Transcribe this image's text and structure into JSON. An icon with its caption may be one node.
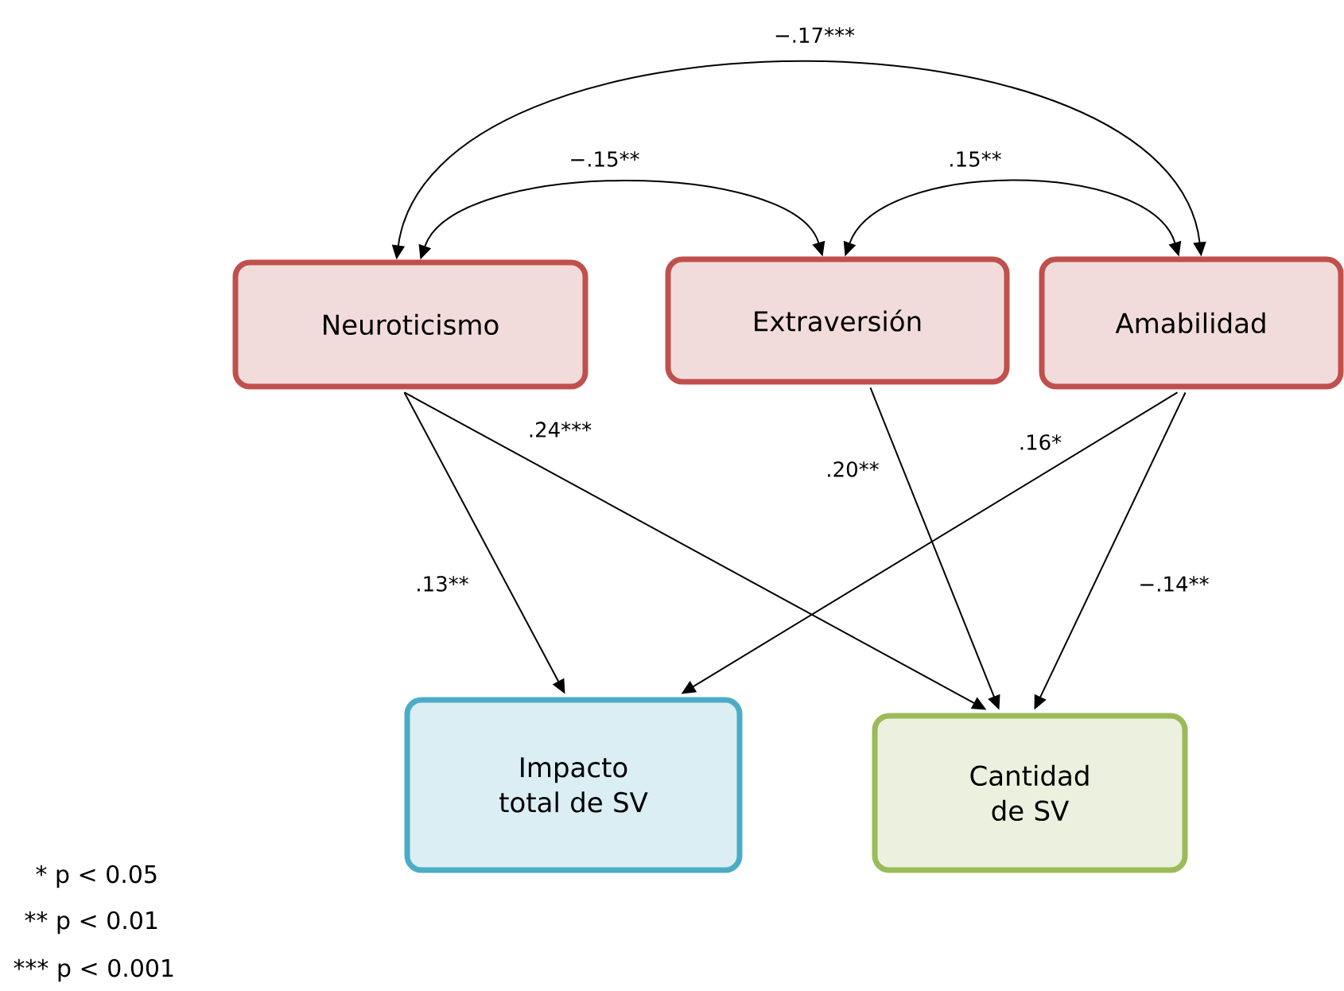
{
  "diagram": {
    "nodes": [
      {
        "text": [
          "Neuroticismo"
        ]
      },
      {
        "text": [
          "Extraversión"
        ]
      },
      {
        "text": [
          "Amabilidad"
        ]
      },
      {
        "text": [
          "Impacto total de SV"
        ]
      },
      {
        "text": [
          "Cantidad de SV"
        ]
      }
    ],
    "edges": [
      {
        "from": 0,
        "to": 1,
        "arrow": "both",
        "label": "−.15**"
      },
      {
        "from": 1,
        "to": 2,
        "arrow": "both",
        "label": ".15**"
      },
      {
        "from": 0,
        "to": 2,
        "arrow": "both",
        "label": "−.17***"
      },
      {
        "from": 0,
        "to": 3,
        "arrow": "to",
        "label": ".13**"
      },
      {
        "from": 0,
        "to": 4,
        "arrow": "to",
        "label": ".24***"
      },
      {
        "from": 1,
        "to": 4,
        "arrow": "to",
        "label": ".20**"
      },
      {
        "from": 2,
        "to": 3,
        "arrow": "to",
        "label": ".16*"
      },
      {
        "from": 2,
        "to": 4,
        "arrow": "to",
        "label": "−.14**"
      }
    ],
    "labels": [
      "* p < 0.05",
      "** p < 0.01",
      "*** p < 0.001"
    ]
  }
}
